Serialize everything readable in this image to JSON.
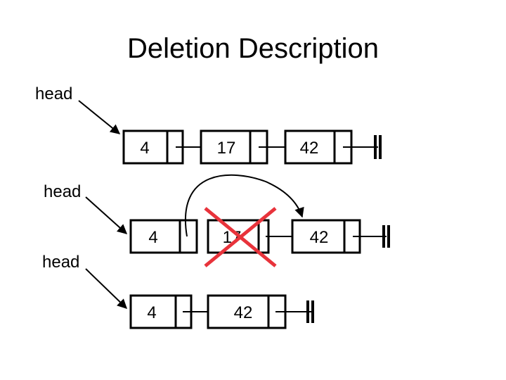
{
  "title": "Deletion Description",
  "rows": [
    {
      "head_label": "head",
      "values": [
        "4",
        "17",
        "42"
      ]
    },
    {
      "head_label": "head",
      "values": [
        "4",
        "17",
        "42"
      ]
    },
    {
      "head_label": "head",
      "values": [
        "4",
        "42"
      ]
    }
  ],
  "colors": {
    "cross": "#e8333b",
    "ink": "#000000"
  }
}
